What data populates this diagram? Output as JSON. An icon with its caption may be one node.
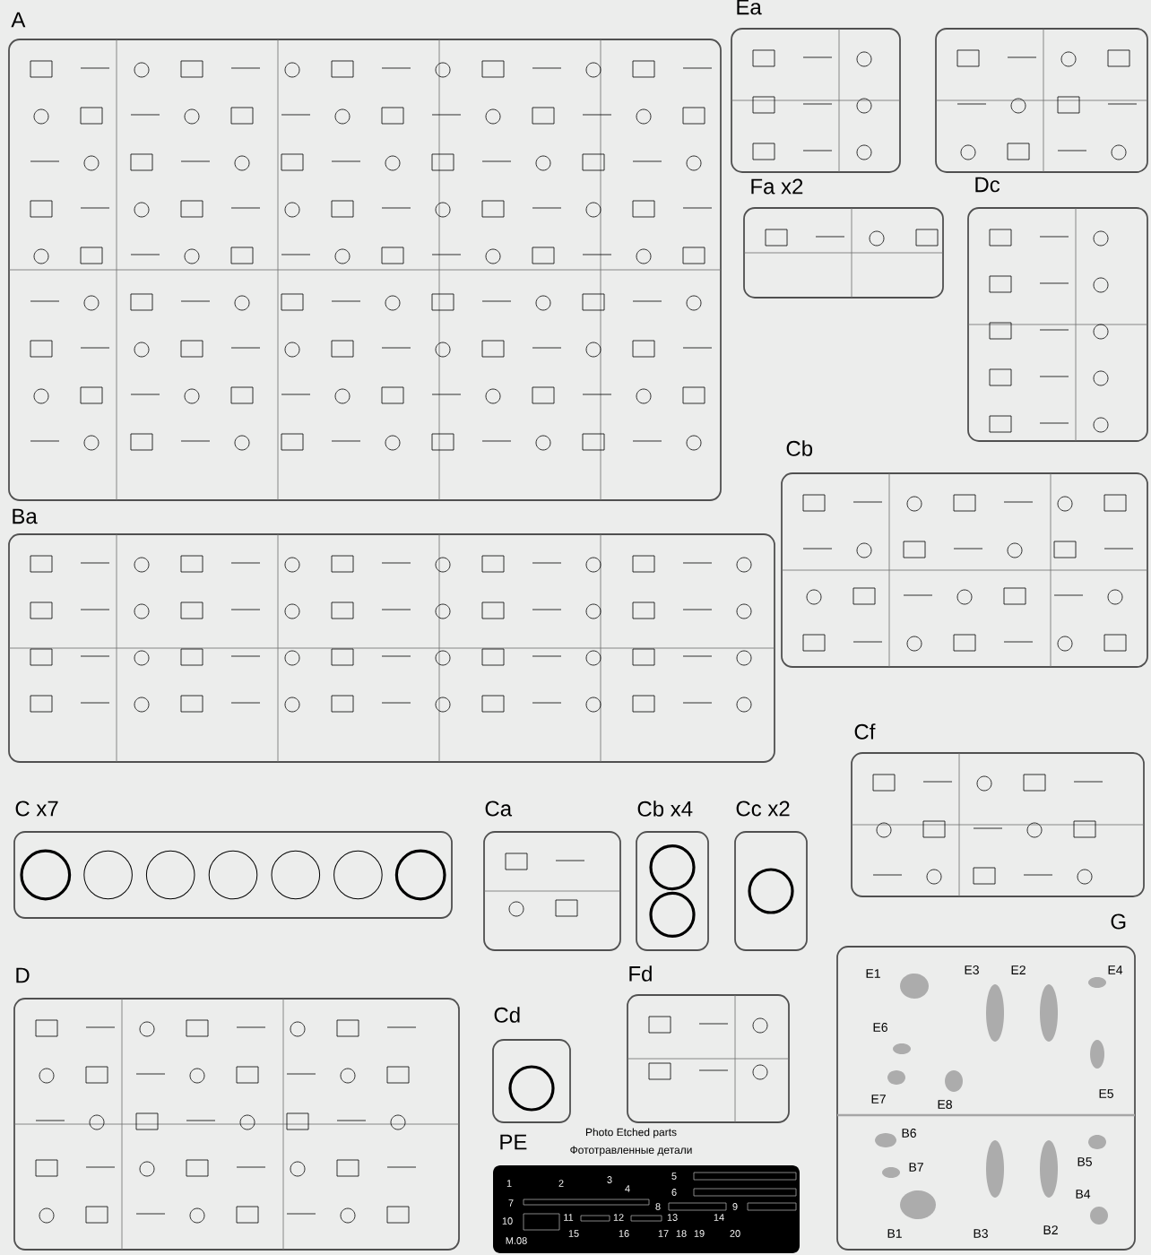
{
  "diagram": {
    "nodes": [
      {
        "text": [
          "A"
        ]
      },
      {
        "text": [
          "Ea"
        ]
      },
      {
        "text": [],
        "shape": "box"
      },
      {
        "text": [
          "Fa x2"
        ]
      },
      {
        "text": [
          "Dc"
        ]
      },
      {
        "text": [
          "Cb"
        ]
      },
      {
        "text": [
          "Ba"
        ]
      },
      {
        "text": [
          "Cf"
        ]
      },
      {
        "text": [
          "C x7"
        ]
      },
      {
        "text": [
          "Ca"
        ]
      },
      {
        "text": [
          "Cb x4"
        ]
      },
      {
        "text": [
          "Cc x2"
        ]
      },
      {
        "text": [
          "D"
        ]
      },
      {
        "text": [
          "Cd"
        ]
      },
      {
        "text": [
          "Fd"
        ]
      },
      {
        "text": [
          "G"
        ]
      },
      {
        "text": [
          "PE",
          "Photo Etched parts",
          "Фототравленные детали"
        ]
      }
    ],
    "labels": [
      "E1",
      "E3",
      "E2",
      "E4",
      "E6",
      "E7",
      "E8",
      "E5",
      "B6",
      "B7",
      "B5",
      "B4",
      "B1",
      "B3",
      "B2",
      "1",
      "2",
      "3",
      "4",
      "5",
      "6",
      "7",
      "8",
      "9",
      "10",
      "11",
      "12",
      "13",
      "14",
      "15",
      "16",
      "17",
      "18",
      "19",
      "20",
      "M.08"
    ]
  }
}
